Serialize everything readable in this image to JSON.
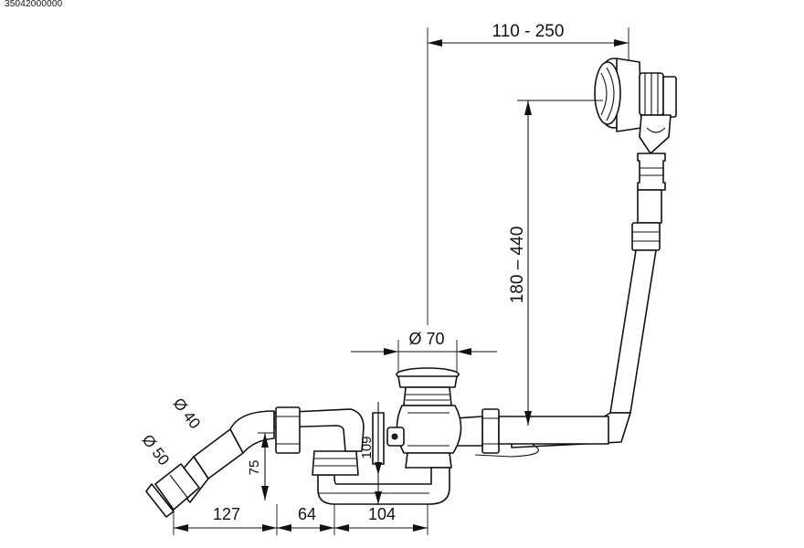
{
  "article_number": "35042000000",
  "dimensions": {
    "overflow_offset": "110 - 250",
    "overflow_height": "180 – 440",
    "drain_diameter": "Ø 70",
    "pipe_diameter_40": "Ø 40",
    "pipe_diameter_50": "Ø 50",
    "trap_height": "75",
    "trap_depth": "109",
    "length_127": "127",
    "length_64": "64",
    "length_104": "104"
  }
}
